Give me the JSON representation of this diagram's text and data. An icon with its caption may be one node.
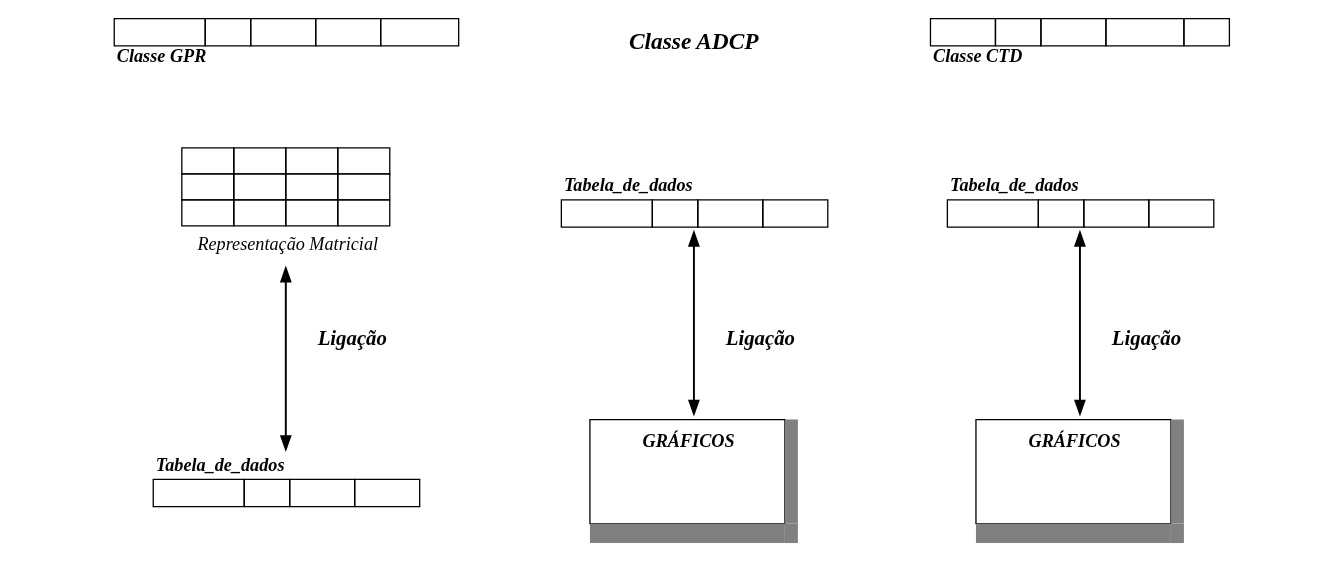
{
  "diagram": {
    "nodes": [
      {
        "text": [
          "Classe GPR"
        ]
      },
      {
        "text": [
          "Classe CTD"
        ]
      },
      {
        "text": [],
        "shape": "picture",
        "beside": [
          "Representação Matricial"
        ]
      },
      {
        "text": [
          "Tabela_de_dados"
        ]
      },
      {
        "text": [
          "Tabela_de_dados"
        ]
      },
      {
        "text": [
          "GRÁFICOS"
        ]
      },
      {
        "text": [
          "GRÁFICOS"
        ]
      },
      {
        "text": [
          "Tabela_de_dados"
        ]
      }
    ],
    "edges": [
      {
        "from": 3,
        "to": 5,
        "arrow": "both",
        "label": "Ligação"
      },
      {
        "from": 4,
        "to": 6,
        "arrow": "both",
        "label": "Ligação"
      },
      {
        "from": 2,
        "to": 7,
        "arrow": "both",
        "label": "Ligação"
      }
    ],
    "labels": [
      "Classe ADCP"
    ]
  }
}
